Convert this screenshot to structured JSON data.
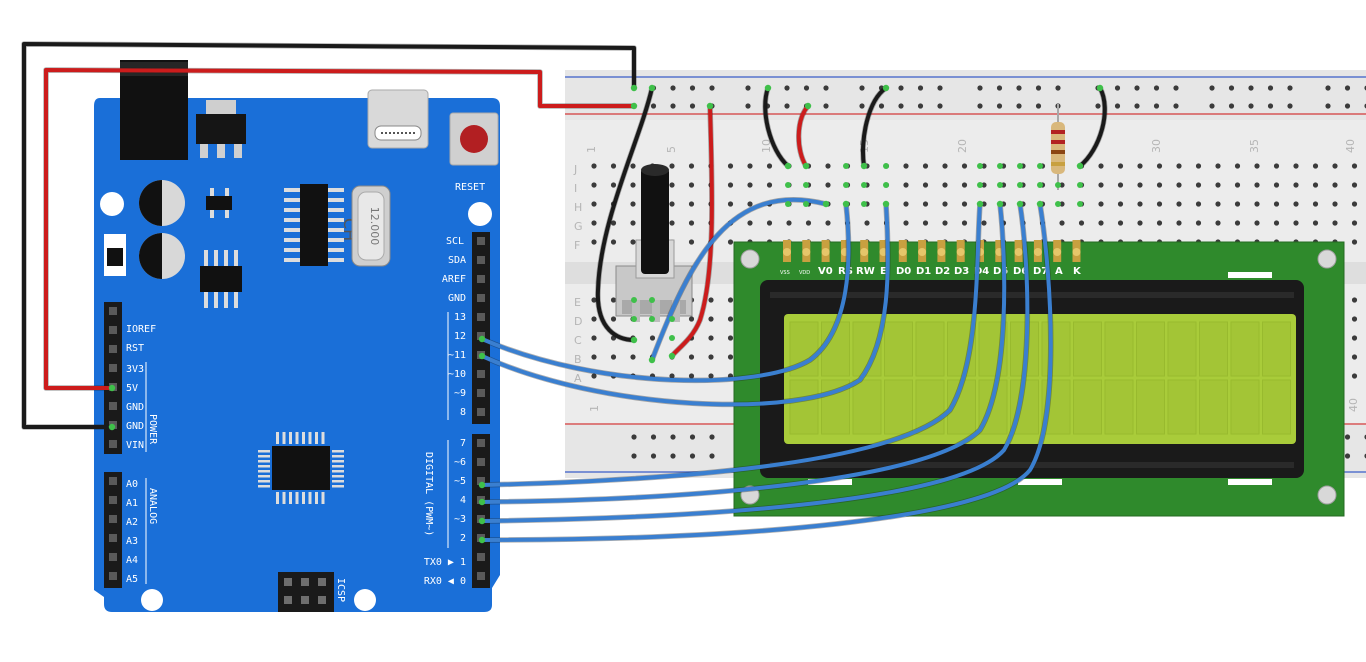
{
  "arduino": {
    "reset_label": "RESET",
    "crystal_label": "12.000",
    "icsp_label": "ICSP",
    "power_group_label": "POWER",
    "analog_group_label": "ANALOG",
    "digital_group_label": "DIGITAL (PWM~)",
    "header_top": [
      "SCL",
      "SDA",
      "AREF",
      "GND",
      "13",
      "12",
      "~11",
      "~10",
      "~9",
      "8"
    ],
    "header_mid": [
      "7",
      "~6",
      "~5",
      "4",
      "~3",
      "2",
      "TX0 ▶ 1",
      "RX0 ◀ 0"
    ],
    "power_pins": [
      "IOREF",
      "RST",
      "3V3",
      "5V",
      "GND",
      "GND",
      "VIN"
    ],
    "analog_pins": [
      "A0",
      "A1",
      "A2",
      "A3",
      "A4",
      "A5"
    ]
  },
  "breadboard": {
    "row_letters_top": [
      "J",
      "I",
      "H",
      "G",
      "F"
    ],
    "row_letters_bottom": [
      "E",
      "D",
      "C",
      "B",
      "A"
    ],
    "column_numbers": [
      "1",
      "5",
      "10",
      "15",
      "20",
      "25",
      "30",
      "35",
      "40"
    ]
  },
  "lcd": {
    "pin_labels": [
      "VSS",
      "VDD",
      "V0",
      "RS",
      "RW",
      "E",
      "D0",
      "D1",
      "D2",
      "D3",
      "D4",
      "D5",
      "D6",
      "D7",
      "A",
      "K"
    ]
  },
  "colors": {
    "board_blue": "#1a6fd8",
    "wire_blue": "#3a7fd0",
    "wire_red": "#cc1c1c",
    "wire_black": "#1a1a1a",
    "pcb_green": "#2f8a2c",
    "lcd_screen": "#a9cc3a"
  },
  "icons": [
    "usb-c-icon",
    "dc-jack-icon",
    "potentiometer-icon",
    "resistor-icon"
  ]
}
